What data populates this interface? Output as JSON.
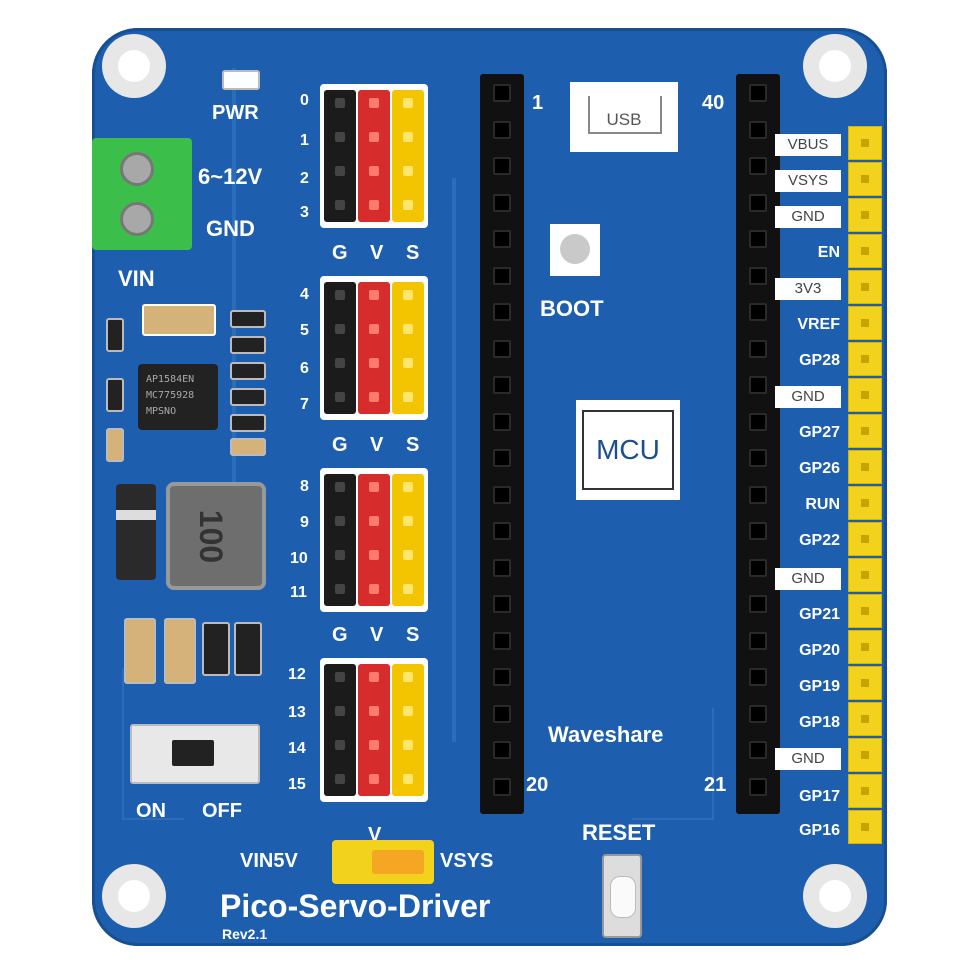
{
  "pwr_label": "PWR",
  "voltage_label": "6~12V",
  "gnd_label": "GND",
  "vin_label": "VIN",
  "channel_numbers": [
    "0",
    "1",
    "2",
    "3",
    "4",
    "5",
    "6",
    "7",
    "8",
    "9",
    "10",
    "11",
    "12",
    "13",
    "14",
    "15"
  ],
  "gvs": {
    "g": "G",
    "v": "V",
    "s": "S"
  },
  "pin_1": "1",
  "pin_20": "20",
  "pin_40": "40",
  "pin_21": "21",
  "usb_label": "USB",
  "boot_label": "BOOT",
  "mcu_label": "MCU",
  "brand_label": "Waveshare",
  "reset_label": "RESET",
  "on_label": "ON",
  "off_label": "OFF",
  "jumper": {
    "left": "VIN5V",
    "mid": "V",
    "right": "VSYS"
  },
  "product_name": "Pico-Servo-Driver",
  "revision": "Rev2.1",
  "ic_marking": [
    "AP1584EN",
    "MC775928",
    "MPSNO"
  ],
  "inductor_marking": "100",
  "right_pins": [
    {
      "text": "VBUS",
      "boxed": true
    },
    {
      "text": "VSYS",
      "boxed": true
    },
    {
      "text": "GND",
      "boxed": true
    },
    {
      "text": "EN",
      "boxed": false
    },
    {
      "text": "3V3",
      "boxed": true
    },
    {
      "text": "VREF",
      "boxed": false
    },
    {
      "text": "GP28",
      "boxed": false
    },
    {
      "text": "GND",
      "boxed": true
    },
    {
      "text": "GP27",
      "boxed": false
    },
    {
      "text": "GP26",
      "boxed": false
    },
    {
      "text": "RUN",
      "boxed": false
    },
    {
      "text": "GP22",
      "boxed": false
    },
    {
      "text": "GND",
      "boxed": true
    },
    {
      "text": "GP21",
      "boxed": false
    },
    {
      "text": "GP20",
      "boxed": false
    },
    {
      "text": "GP19",
      "boxed": false
    },
    {
      "text": "GP18",
      "boxed": false
    },
    {
      "text": "GND",
      "boxed": true
    },
    {
      "text": "GP17",
      "boxed": false
    },
    {
      "text": "GP16",
      "boxed": false
    }
  ],
  "colors": {
    "board": "#1d5fae",
    "silk": "#ffffff",
    "header": "#111111",
    "terminal": "#3cbf4a",
    "jumper": "#f3d21d",
    "servo_ground": "#1b1b1b",
    "servo_power": "#d62c2c",
    "servo_signal": "#f2c500"
  }
}
